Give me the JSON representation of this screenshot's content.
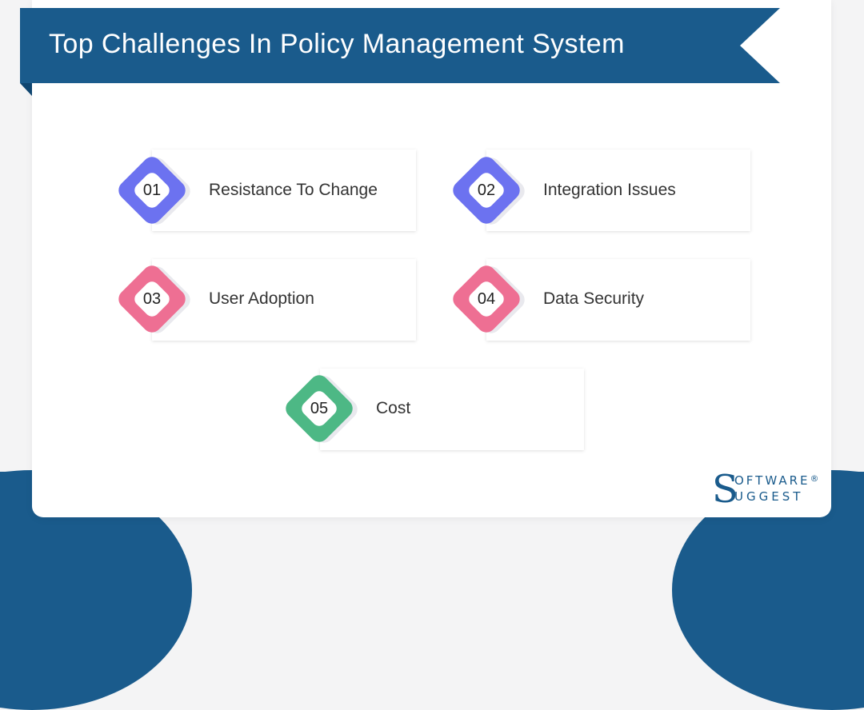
{
  "title": "Top Challenges In Policy Management System",
  "colors": {
    "brand_blue": "#1a5b8c",
    "purple": "#6c72f0",
    "pink": "#ee6f93",
    "green": "#4db885"
  },
  "items": [
    {
      "number": "01",
      "label": "Resistance To Change",
      "color": "#6c72f0"
    },
    {
      "number": "02",
      "label": "Integration Issues",
      "color": "#6c72f0"
    },
    {
      "number": "03",
      "label": "User Adoption",
      "color": "#ee6f93"
    },
    {
      "number": "04",
      "label": "Data Security",
      "color": "#ee6f93"
    },
    {
      "number": "05",
      "label": "Cost",
      "color": "#4db885"
    }
  ],
  "logo": {
    "initial": "S",
    "line1": "OFTWARE",
    "registered": "®",
    "line2": "UGGEST"
  }
}
